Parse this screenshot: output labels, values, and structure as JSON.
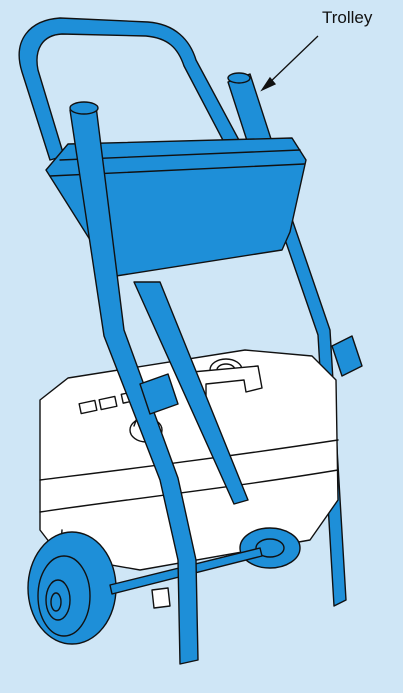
{
  "callout": {
    "label": "Trolley"
  },
  "colors": {
    "background": "#cfe6f6",
    "trolley": "#1e8fd8",
    "outline": "#111111",
    "machine_body": "#ffffff"
  },
  "icons": [
    "trolley-frame",
    "basket",
    "steam-cleaner-unit",
    "wheel",
    "arrow"
  ]
}
